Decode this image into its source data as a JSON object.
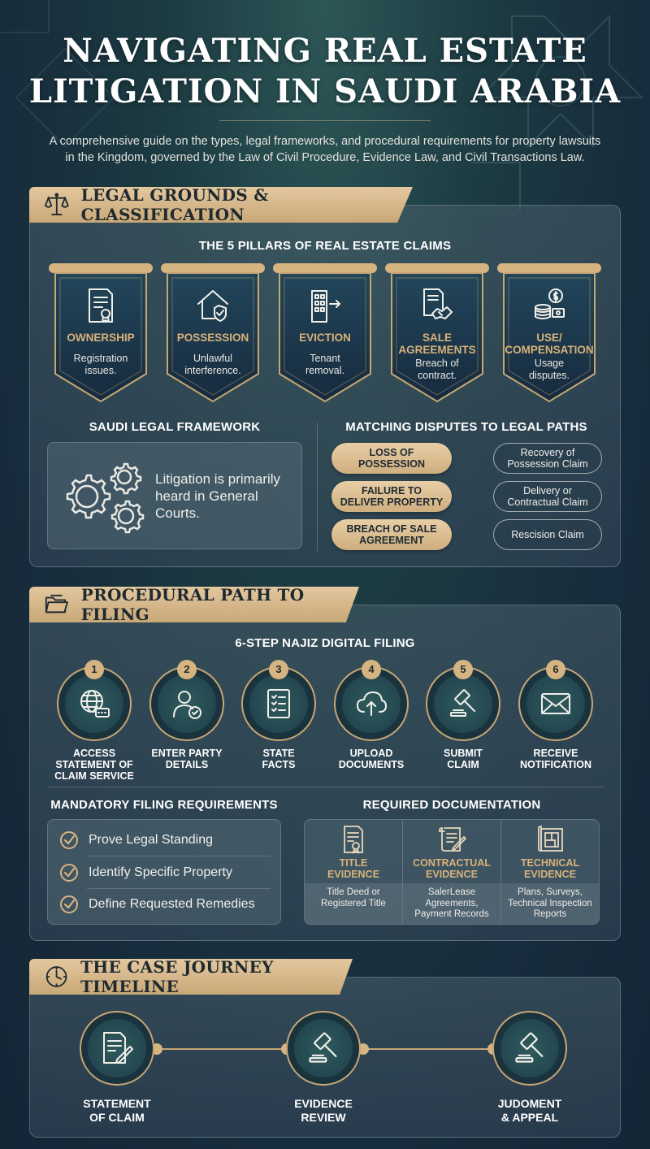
{
  "header": {
    "title_line1": "NAVIGATING REAL ESTATE",
    "title_line2": "LITIGATION IN SAUDI ARABIA",
    "subtitle_line1": "A comprehensive guide on the types, legal frameworks, and procedural requirements for property lawsuits",
    "subtitle_line2": "in the Kingdom, governed by the Law of Civil Procedure, Evidence Law, and Civil Transactions Law."
  },
  "section1": {
    "banner": "LEGAL GROUNDS & CLASSIFICATION",
    "banner_icon": "scales-icon",
    "pillars_heading": "THE 5 PILLARS OF REAL ESTATE CLAIMS",
    "pillars": [
      {
        "title1": "OWNERSHIP",
        "title2": "",
        "desc1": "Registration",
        "desc2": "issues.",
        "icon": "certificate-icon"
      },
      {
        "title1": "POSSESSION",
        "title2": "",
        "desc1": "Unlawful",
        "desc2": "interference.",
        "icon": "house-shield-icon"
      },
      {
        "title1": "EVICTION",
        "title2": "",
        "desc1": "Tenant",
        "desc2": "removal.",
        "icon": "building-exit-icon"
      },
      {
        "title1": "SALE",
        "title2": "AGREEMENTS",
        "desc1": "Breach of",
        "desc2": "contract.",
        "icon": "handshake-document-icon"
      },
      {
        "title1": "USE/",
        "title2": "COMPENSATION",
        "desc1": "Usage",
        "desc2": "disputes.",
        "icon": "coins-icon"
      }
    ],
    "framework_heading": "SAUDI LEGAL FRAMEWORK",
    "framework_text": "Litigation is primarily heard in General Courts.",
    "framework_icon": "gears-icon",
    "matching_heading": "MATCHING DISPUTES TO LEGAL PATHS",
    "matches": [
      {
        "dispute1": "LOSS OF",
        "dispute2": "POSSESSION",
        "path1": "Recovery of",
        "path2": "Possession Claim"
      },
      {
        "dispute1": "FAILURE TO",
        "dispute2": "DELIVER PROPERTY",
        "path1": "Delivery or",
        "path2": "Contractual Claim"
      },
      {
        "dispute1": "BREACH OF SALE",
        "dispute2": "AGREEMENT",
        "path1": "Rescision Claim",
        "path2": ""
      }
    ]
  },
  "section2": {
    "banner": "PROCEDURAL PATH TO FILING",
    "banner_icon": "folder-icon",
    "steps_heading": "6-STEP NAJIZ DIGITAL FILING",
    "steps": [
      {
        "num": "1",
        "l1": "ACCESS",
        "l2": "STATEMENT OF",
        "l3": "CLAIM SERVICE",
        "icon": "globe-icon"
      },
      {
        "num": "2",
        "l1": "ENTER PARTY",
        "l2": "DETAILS",
        "l3": "",
        "icon": "user-check-icon"
      },
      {
        "num": "3",
        "l1": "STATE",
        "l2": "FACTS",
        "l3": "",
        "icon": "checklist-icon"
      },
      {
        "num": "4",
        "l1": "UPLOAD",
        "l2": "DOCUMENTS",
        "l3": "",
        "icon": "cloud-upload-icon"
      },
      {
        "num": "5",
        "l1": "SUBMIT",
        "l2": "CLAIM",
        "l3": "",
        "icon": "gavel-icon"
      },
      {
        "num": "6",
        "l1": "RECEIVE",
        "l2": "NOTIFICATION",
        "l3": "",
        "icon": "envelope-icon"
      }
    ],
    "requirements_heading": "MANDATORY FILING REQUIREMENTS",
    "requirements": [
      "Prove Legal Standing",
      "Identify Specific Property",
      "Define Requested Remedies"
    ],
    "documentation_heading": "REQUIRED DOCUMENTATION",
    "documents": [
      {
        "t1": "TITLE",
        "t2": "EVIDENCE",
        "d1": "Title Deed or",
        "d2": "Registered Title",
        "d3": "",
        "icon": "deed-icon"
      },
      {
        "t1": "CONTRACTUAL",
        "t2": "EVIDENCE",
        "d1": "SalerLease",
        "d2": "Agreements,",
        "d3": "Payment Records",
        "icon": "contract-icon"
      },
      {
        "t1": "TECHNICAL",
        "t2": "EVIDENCE",
        "d1": "Plans, Surveys,",
        "d2": "Technical Inspection",
        "d3": "Reports",
        "icon": "blueprint-icon"
      }
    ]
  },
  "section3": {
    "banner": "THE CASE JOURNEY TIMELINE",
    "banner_icon": "clock-icon",
    "milestones": [
      {
        "l1": "STATEMENT",
        "l2": "OF CLAIM",
        "icon": "document-pen-icon"
      },
      {
        "l1": "EVIDENCE",
        "l2": "REVIEW",
        "icon": "gavel-icon"
      },
      {
        "l1": "JUDOMENT",
        "l2": "& APPEAL",
        "icon": "gavel-icon"
      }
    ]
  },
  "colors": {
    "gold": "#d6b482",
    "gold_text": "#d8b27a",
    "navy": "#1a3a4a",
    "teal": "#2f5a5c"
  }
}
